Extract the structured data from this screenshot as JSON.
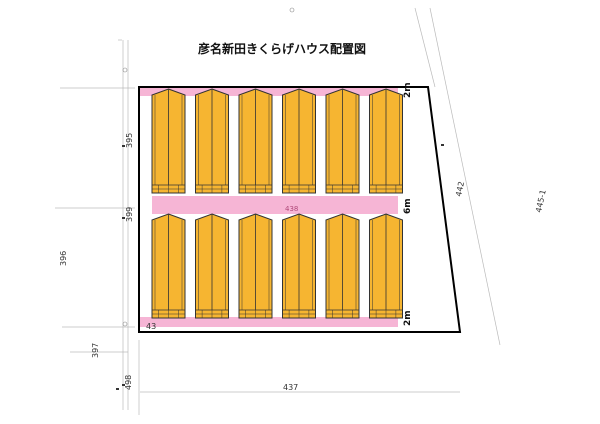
{
  "title": "彦名新田きくらげハウス配置図",
  "colors": {
    "house_fill": "#f6b531",
    "house_stroke": "#333333",
    "aisle_fill": "#f6b5d5",
    "boundary": "#000000",
    "neighbor_line": "#bbbbbb"
  },
  "lots": {
    "l395": "395",
    "l399": "399",
    "l396": "396",
    "l397": "397",
    "l498": "498",
    "l437": "437",
    "l442": "442",
    "l445_1": "445-1",
    "l438": "438",
    "l43": "43"
  },
  "dims": {
    "top": "2m",
    "middle": "6m",
    "bottom": "2m"
  },
  "layout": {
    "house_rows": 2,
    "houses_per_row": 6
  }
}
